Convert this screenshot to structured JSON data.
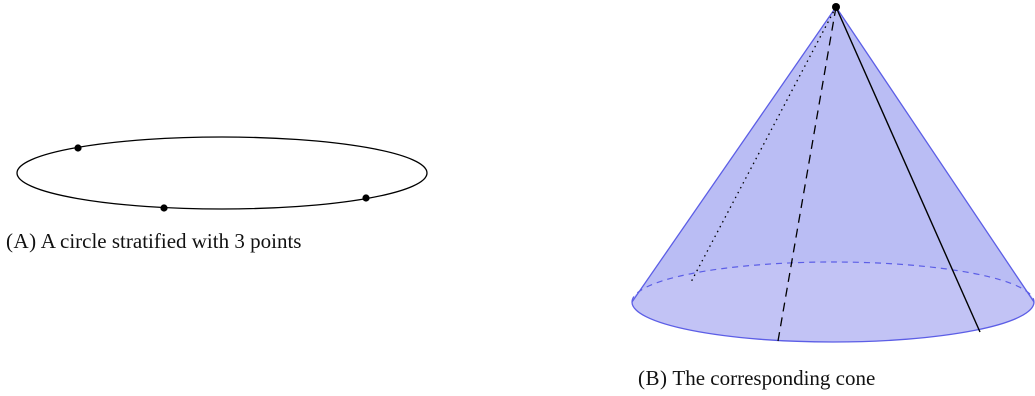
{
  "figure_a": {
    "caption_label": "(A)",
    "caption_text": "A circle stratified with 3 points",
    "point_count": 3
  },
  "figure_b": {
    "caption_label": "(B)",
    "caption_text": "The corresponding cone",
    "fill_color": "#aeb1f2",
    "base_fill_color": "#c4c6f5",
    "edge_color": "#5c5ee6"
  }
}
